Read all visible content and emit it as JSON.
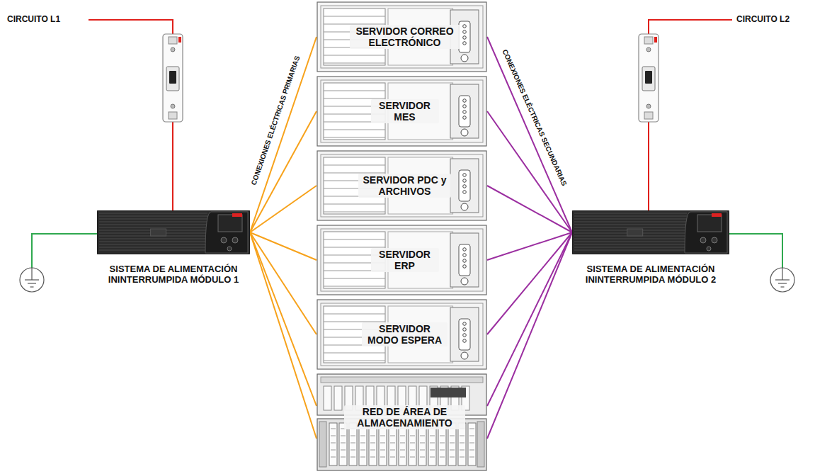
{
  "diagram": {
    "nodes": [
      {
        "text": [
          "SERVIDOR CORREO ELECTRÓNICO"
        ]
      },
      {
        "text": [
          "SERVIDOR MES"
        ]
      },
      {
        "text": [
          "SERVIDOR PDC y ARCHIVOS"
        ]
      },
      {
        "text": [
          "SERVIDOR ERP"
        ]
      },
      {
        "text": [
          "SERVIDOR MODO ESPERA"
        ]
      },
      {
        "text": [
          "RED DE ÁREA DE ALMACENAMIENTO"
        ]
      },
      {
        "text": [
          "SISTEMA DE ALIMENTACIÓN ININTERRUMPIDA MÓDULO 1"
        ]
      },
      {
        "text": [
          "SISTEMA DE ALIMENTACIÓN ININTERRUMPIDA MÓDULO 2"
        ]
      }
    ],
    "edges": [
      {
        "from": 6,
        "to": 0,
        "arrow": "none"
      },
      {
        "from": 6,
        "to": 1,
        "arrow": "none"
      },
      {
        "from": 6,
        "to": 2,
        "arrow": "none"
      },
      {
        "from": 6,
        "to": 3,
        "arrow": "none"
      },
      {
        "from": 6,
        "to": 4,
        "arrow": "none"
      },
      {
        "from": 6,
        "to": 5,
        "arrow": "none"
      },
      {
        "from": 6,
        "to": 5,
        "arrow": "none"
      },
      {
        "from": 7,
        "to": 0,
        "arrow": "none"
      },
      {
        "from": 7,
        "to": 1,
        "arrow": "none"
      },
      {
        "from": 7,
        "to": 2,
        "arrow": "none"
      },
      {
        "from": 7,
        "to": 3,
        "arrow": "none"
      },
      {
        "from": 7,
        "to": 4,
        "arrow": "none"
      },
      {
        "from": 7,
        "to": 5,
        "arrow": "none"
      },
      {
        "from": 7,
        "to": 5,
        "arrow": "none"
      }
    ],
    "labels": [
      "CIRCUITO L1",
      "CIRCUITO L2",
      "CONEXIONES ELÉCTRICAS PRIMARIAS",
      "CONEXIONES ELÉCTRICAS SECUNDARIAS"
    ]
  }
}
